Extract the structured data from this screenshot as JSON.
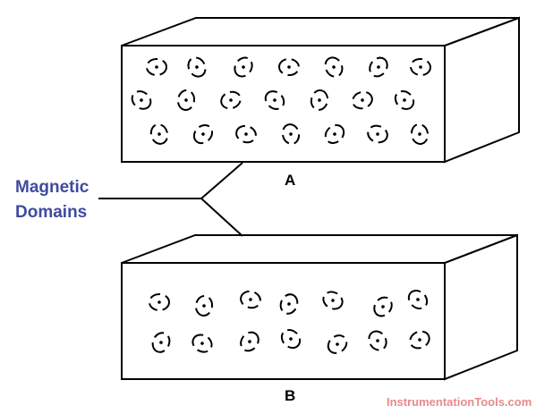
{
  "callout": {
    "line1": "Magnetic",
    "line2": "Domains"
  },
  "block_a": {
    "label": "A"
  },
  "block_b": {
    "label": "B"
  },
  "watermark": {
    "text": "InstrumentationTools.com"
  },
  "colors": {
    "callout_text": "#3f4aa0",
    "watermark_text": "#e88a8a",
    "stroke": "#000000",
    "background": "#ffffff"
  },
  "icons": {
    "domain": "magnetic-domain-icon"
  }
}
